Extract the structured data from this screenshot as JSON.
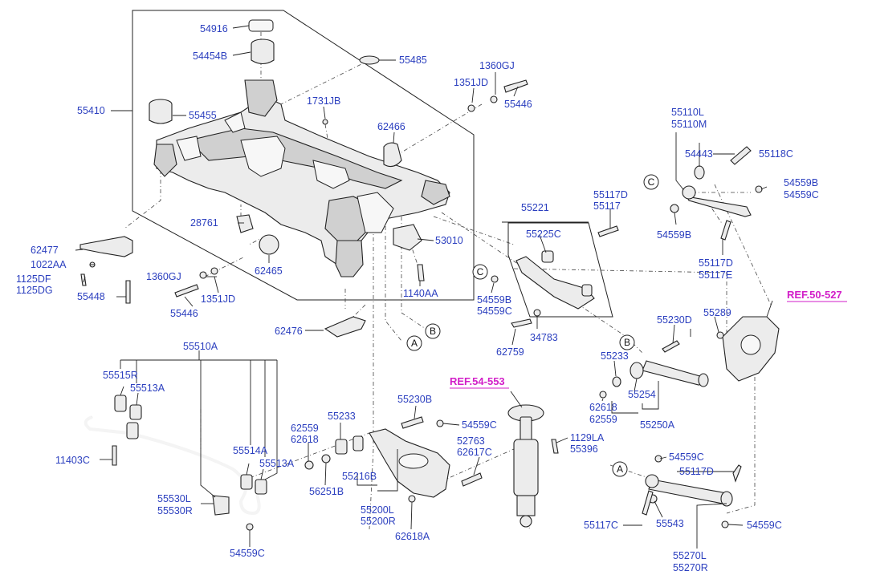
{
  "labels": {
    "p54916": "54916",
    "p54454b": "54454B",
    "p55485": "55485",
    "p1360gj_top": "1360GJ",
    "p1351jd_top": "1351JD",
    "p55446_top": "55446",
    "p55410": "55410",
    "p55455": "55455",
    "p1731jb": "1731JB",
    "p62466": "62466",
    "p55110l": "55110L",
    "p55110m": "55110M",
    "p54443": "54443",
    "p55118c": "55118C",
    "p54559b_r": "54559B",
    "p54559c_r": "54559C",
    "p55117d_mid": "55117D",
    "p55117_mid": "55117",
    "p55221": "55221",
    "p28761": "28761",
    "p53010": "53010",
    "p55225c": "55225C",
    "p54559b_arm": "54559B",
    "p55117d_r": "55117D",
    "p55117e_r": "55117E",
    "p62477": "62477",
    "p1022aa": "1022AA",
    "p1125df": "1125DF",
    "p1125dg": "1125DG",
    "p55448": "55448",
    "p1360gj_low": "1360GJ",
    "p62465": "62465",
    "p1140aa": "1140AA",
    "p1351jd_low": "1351JD",
    "p55446_low": "55446",
    "p54559b_mid": "54559B",
    "p54559c_mid": "54559C",
    "p62476": "62476",
    "p34783": "34783",
    "p62759": "62759",
    "p55289": "55289",
    "p55230d": "55230D",
    "p55233_r": "55233",
    "p55254": "55254",
    "p62618_r": "62618",
    "p62559_r": "62559",
    "p55250a": "55250A",
    "p55510a": "55510A",
    "p55515r": "55515R",
    "p55513a_top": "55513A",
    "p55230b": "55230B",
    "p54559c_low": "54559C",
    "p55233_low": "55233",
    "p62559_low": "62559",
    "p62618_low": "62618",
    "p1129la": "1129LA",
    "p55396": "55396",
    "p52763": "52763",
    "p62617c": "62617C",
    "p11403c": "11403C",
    "p55514a": "55514A",
    "p55513a_low": "55513A",
    "p56251b": "56251B",
    "p55216b": "55216B",
    "p55530l": "55530L",
    "p55530r": "55530R",
    "p55200l": "55200L",
    "p55200r": "55200R",
    "p62618a": "62618A",
    "p54559c_bot": "54559C",
    "p55117d_bot": "55117D",
    "p55117c": "55117C",
    "p55543": "55543",
    "p54559c_br": "54559C",
    "p55270l": "55270L",
    "p55270r": "55270R"
  },
  "refs": {
    "ref50": "REF.50-527",
    "ref54": "REF.54-553"
  },
  "callouts": {
    "a_center": "A",
    "b_center": "B",
    "c_arm": "C",
    "c_upper": "C",
    "b_right": "B",
    "a_bottom": "A"
  },
  "colors": {
    "label": "#2b3fbf",
    "reference": "#d21ec8",
    "line": "#222222"
  }
}
